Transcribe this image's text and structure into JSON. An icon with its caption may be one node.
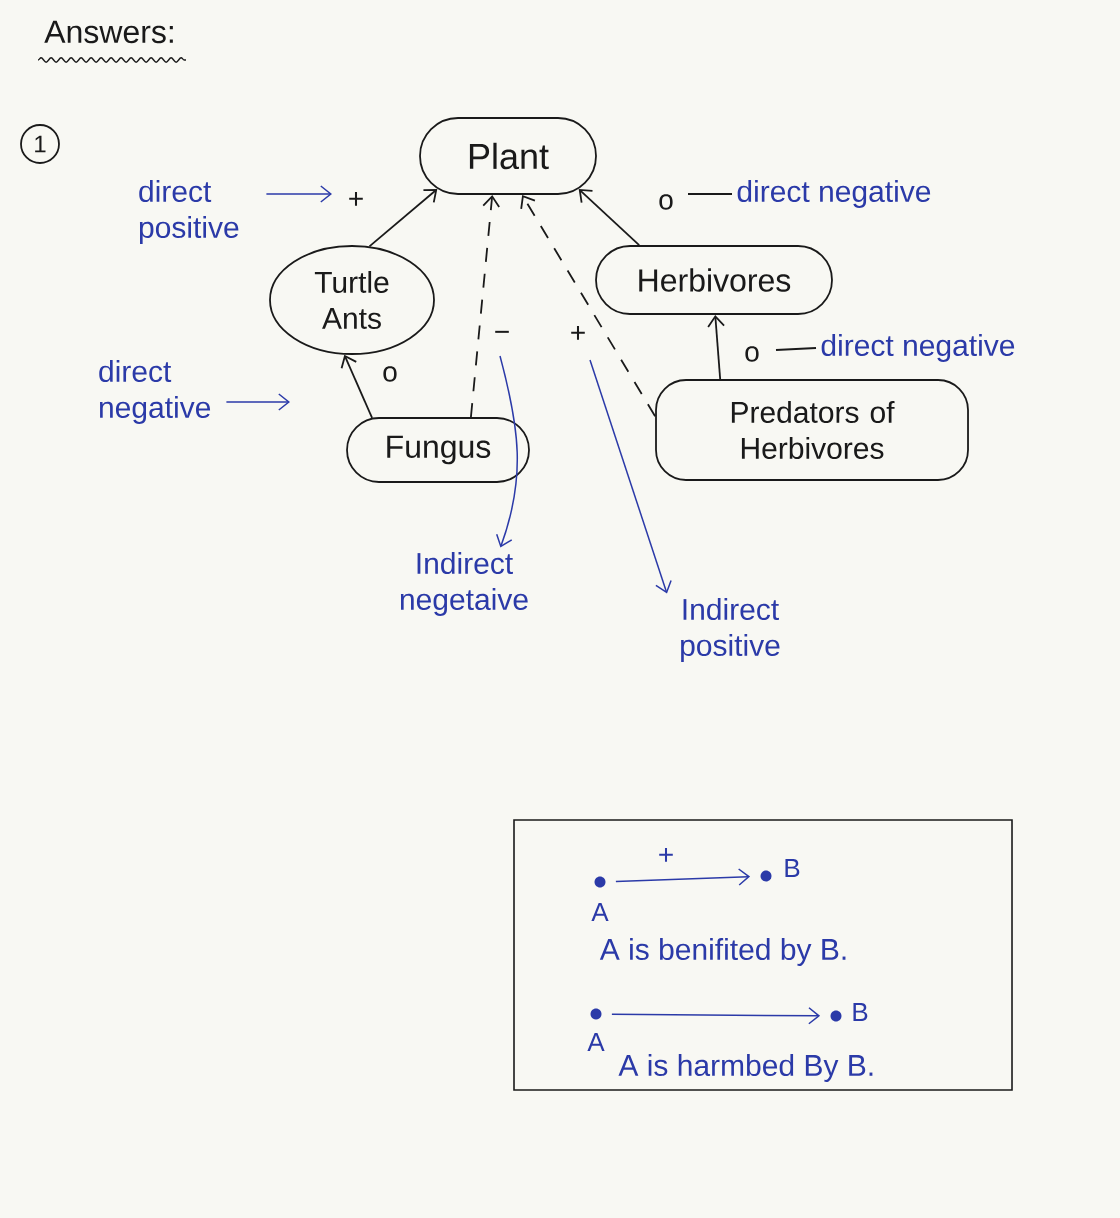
{
  "diagram": {
    "title": "Answers:",
    "nodes": [
      {
        "text": [
          "1"
        ]
      },
      {
        "text": [
          "Plant"
        ]
      },
      {
        "text": [
          "direct positive"
        ]
      },
      {
        "text": [
          "Turtle Ants"
        ]
      },
      {
        "text": [
          "Herbivores"
        ]
      },
      {
        "text": [
          "direct negative"
        ]
      },
      {
        "text": [
          "direct negative"
        ]
      },
      {
        "text": [
          "direct negative"
        ]
      },
      {
        "text": [
          "Fungus"
        ]
      },
      {
        "text": [
          "Predators of Herbivores"
        ]
      },
      {
        "text": [
          "Indirect negetaive"
        ]
      },
      {
        "text": [
          "Indirect positive"
        ]
      },
      {
        "text": [
          "A is benifited by B.",
          "A is harmbed By B."
        ]
      },
      {
        "text": [],
        "shape": "circle",
        "beside": [
          "A"
        ],
        "in": 12
      },
      {
        "text": [],
        "shape": "circle",
        "beside": [
          "B"
        ],
        "in": 12
      },
      {
        "text": [],
        "shape": "circle",
        "beside": [
          "A"
        ],
        "in": 12
      },
      {
        "text": [],
        "shape": "circle",
        "beside": [
          "B"
        ],
        "in": 12
      }
    ],
    "edges": [
      {
        "from": 3,
        "to": 1,
        "arrow": "to",
        "label": "+"
      },
      {
        "from": 4,
        "to": 1,
        "arrow": "to",
        "label": "o"
      },
      {
        "from": 8,
        "to": 1,
        "arrow": "to",
        "label": "−",
        "style": "dashed"
      },
      {
        "from": 9,
        "to": 1,
        "arrow": "to",
        "label": "+",
        "style": "dashed"
      },
      {
        "from": 8,
        "to": 3,
        "arrow": "to",
        "label": "o"
      },
      {
        "from": 9,
        "to": 4,
        "arrow": "to",
        "label": "o"
      },
      {
        "from": 2,
        "to": null,
        "arrow": "to",
        "color": "#2b3aa8"
      },
      {
        "from": 5,
        "to": null,
        "arrow": "none"
      },
      {
        "from": 6,
        "to": null,
        "arrow": "none"
      },
      {
        "from": 7,
        "to": null,
        "arrow": "to",
        "color": "#2b3aa8"
      },
      {
        "from": null,
        "to": 10,
        "arrow": "to",
        "color": "#2b3aa8"
      },
      {
        "from": null,
        "to": 11,
        "arrow": "to",
        "color": "#2b3aa8"
      },
      {
        "from": 13,
        "to": 14,
        "arrow": "to",
        "label": "+",
        "color": "#2b3aa8"
      },
      {
        "from": 15,
        "to": 16,
        "arrow": "to",
        "color": "#2b3aa8"
      }
    ]
  }
}
